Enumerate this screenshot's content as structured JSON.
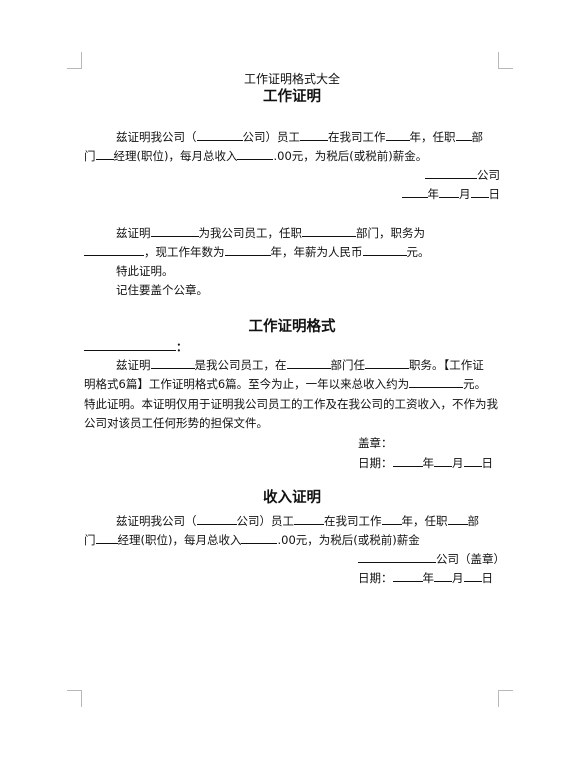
{
  "doc": {
    "subtitle": "工作证明格式大全",
    "section1": {
      "title": "工作证明",
      "p1_a": "兹证明我公司（",
      "p1_b": "公司）员工",
      "p1_c": "在我司工作",
      "p1_d": "年，任职",
      "p1_e": "部",
      "p1_line2_a": "门",
      "p1_line2_b": "经理(职位)，每月总收入",
      "p1_line2_c": ".00元，为税后(或税前)薪金。",
      "company_suffix": "公司",
      "date_year": "年",
      "date_month": "月",
      "date_day": "日",
      "p2_a": "兹证明",
      "p2_b": "为我公司员工，任职",
      "p2_c": "部门，职务为",
      "p2_line2_a": "，现工作年数为",
      "p2_line2_b": "年，年薪为人民币",
      "p2_line2_c": "元。",
      "special": "特此证明。",
      "note": "记住要盖个公章。"
    },
    "section2": {
      "title": "工作证明格式",
      "addressee_colon": "：",
      "p1_a": "兹证明",
      "p1_b": "是我公司员工，在",
      "p1_c": "部门任",
      "p1_d": "职务。【工作证",
      "line2_a": "明格式6篇】工作证明格式6篇。至今为止，一年以来总收入约为",
      "line2_b": "元。",
      "line3": "特此证明。本证明仅用于证明我公司员工的工作及在我公司的工资收入，不作为我",
      "line4": "公司对该员工任何形势的担保文件。",
      "seal": "盖章：",
      "date_label": "日期：",
      "date_year": "年",
      "date_month": "月",
      "date_day": "日"
    },
    "section3": {
      "title": "收入证明",
      "p1_a": "兹证明我公司（",
      "p1_b": "公司）员工",
      "p1_c": "在我司工作",
      "p1_d": "年，任职",
      "p1_e": "部",
      "line2_a": "门",
      "line2_b": "经理(职位)，每月总收入",
      "line2_c": ".00元，为税后(或税前)薪金",
      "company_seal": "公司（盖章）",
      "date_label": "日期：",
      "date_year": "年",
      "date_month": "月",
      "date_day": "日"
    }
  }
}
